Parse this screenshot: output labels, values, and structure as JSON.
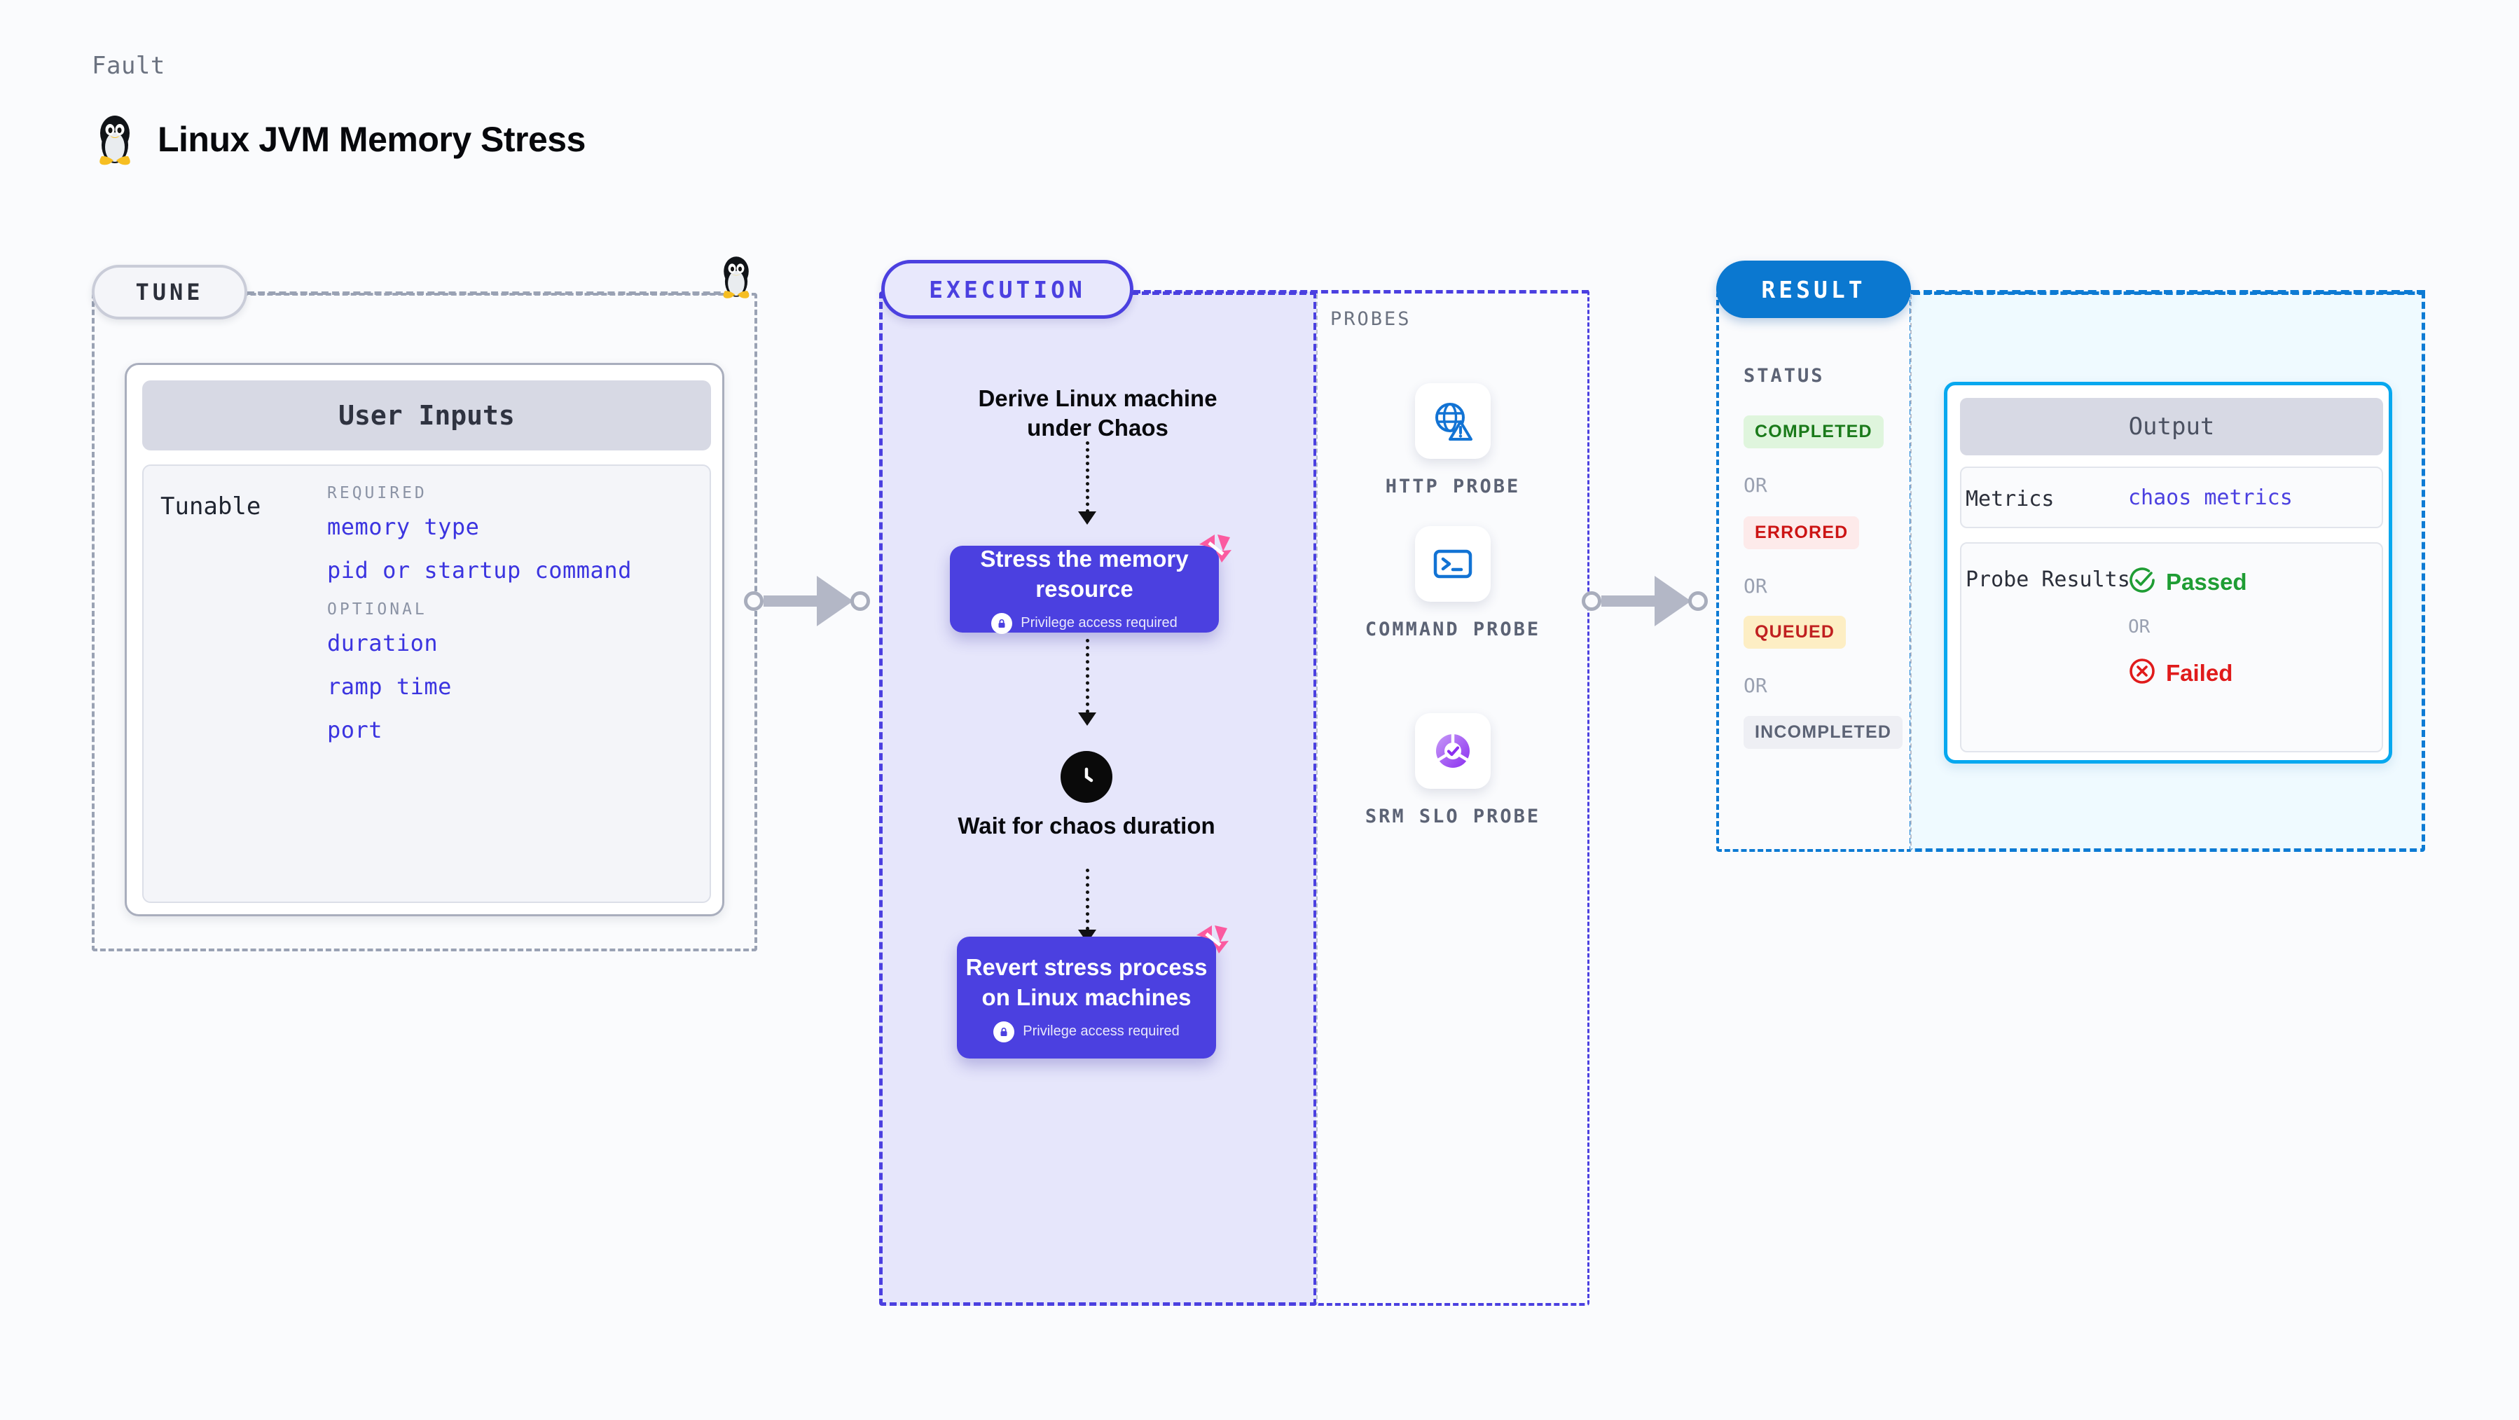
{
  "header": {
    "eyebrow": "Fault",
    "title": "Linux JVM Memory Stress",
    "icon": "linux-penguin-icon"
  },
  "tune": {
    "badge": "TUNE",
    "card_title": "User Inputs",
    "tunable_label": "Tunable",
    "groups": [
      {
        "title": "REQUIRED",
        "items": [
          "memory type",
          "pid or startup command"
        ]
      },
      {
        "title": "OPTIONAL",
        "items": [
          "duration",
          "ramp time",
          "port"
        ]
      }
    ]
  },
  "execution": {
    "badge": "EXECUTION",
    "step1_label": "Derive Linux machine under Chaos",
    "node1": {
      "title": "Stress the memory resource",
      "sub": "Privilege access required",
      "icon": "lock-icon",
      "brand_icon": "harness-logo-icon"
    },
    "wait_label": "Wait for chaos duration",
    "wait_icon": "clock-icon",
    "node2": {
      "title": "Revert stress process on Linux machines",
      "sub": "Privilege access required",
      "icon": "lock-icon",
      "brand_icon": "harness-logo-icon"
    }
  },
  "probes": {
    "title": "PROBES",
    "items": [
      {
        "label": "HTTP PROBE",
        "icon": "globe-warning-icon"
      },
      {
        "label": "COMMAND PROBE",
        "icon": "terminal-prompt-icon"
      },
      {
        "label": "SRM SLO PROBE",
        "icon": "slo-donut-check-icon"
      }
    ]
  },
  "result": {
    "badge": "RESULT",
    "status_title": "STATUS",
    "or_text": "OR",
    "statuses": [
      {
        "label": "COMPLETED",
        "color": "#1a7a1a",
        "bg": "#dff5dd"
      },
      {
        "label": "ERRORED",
        "color": "#cc1414",
        "bg": "#fdeaea"
      },
      {
        "label": "QUEUED",
        "color": "#c02020",
        "bg": "#fdeec4"
      },
      {
        "label": "INCOMPLETED",
        "color": "#5c6375",
        "bg": "#eeeff4"
      }
    ],
    "output": {
      "title": "Output",
      "metrics_key": "Metrics",
      "metrics_value": "chaos metrics",
      "probe_key": "Probe Results",
      "passed": "Passed",
      "failed": "Failed",
      "or_text": "OR",
      "passed_color": "#1f9d34",
      "failed_color": "#e01b1b",
      "passed_icon": "check-circle-icon",
      "failed_icon": "x-circle-icon"
    }
  },
  "colors": {
    "accent_purple": "#4b40e0",
    "accent_blue": "#0b78d0",
    "accent_cyan": "#07a8ef",
    "brand_pink": "#fb5ba0",
    "gray_dash": "#9aa2b4"
  }
}
